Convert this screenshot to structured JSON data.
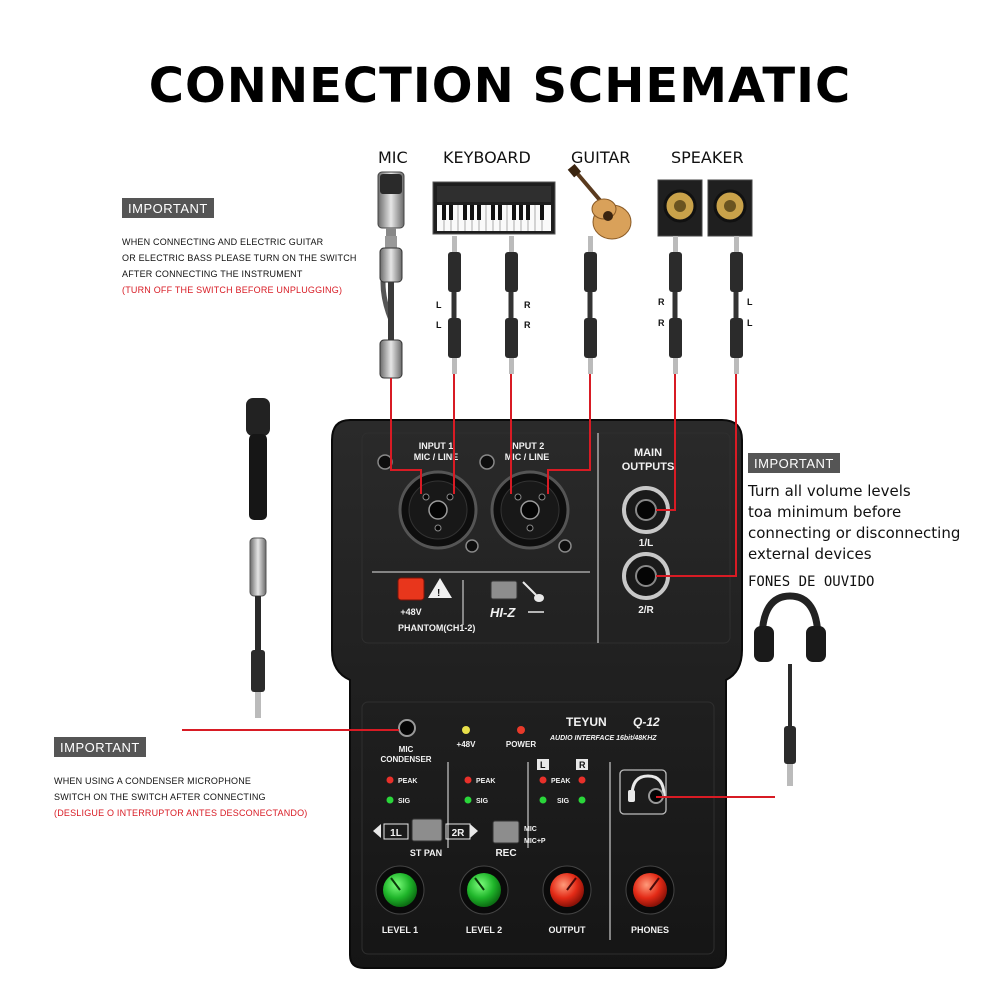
{
  "title": "CONNECTION SCHEMATIC",
  "devices": {
    "mic": "MIC",
    "keyboard": "KEYBOARD",
    "guitar": "GUITAR",
    "speaker": "SPEAKER"
  },
  "cable_channels": {
    "l": "L",
    "r": "R"
  },
  "note_guitar": {
    "badge": "IMPORTANT",
    "lines": [
      "WHEN CONNECTING AND ELECTRIC GUITAR",
      "OR ELECTRIC BASS PLEASE TURN ON THE SWITCH",
      "AFTER CONNECTING THE INSTRUMENT"
    ],
    "warning": "(TURN OFF THE SWITCH BEFORE UNPLUGGING)"
  },
  "note_volume": {
    "badge": "IMPORTANT",
    "lines": [
      "Turn all volume levels",
      "toa minimum before",
      "connecting or disconnecting",
      "external devices"
    ]
  },
  "headphones_label": "FONES DE OUVIDO",
  "note_condenser": {
    "badge": "IMPORTANT",
    "lines": [
      "WHEN USING A CONDENSER MICROPHONE",
      "SWITCH ON THE SWITCH AFTER CONNECTING"
    ],
    "warning": "(DESLIGUE O INTERRUPTOR ANTES DESCONECTANDO)"
  },
  "panel": {
    "input1_line1": "INPUT 1",
    "input1_line2": "MIC / LINE",
    "input2_line1": "INPUT 2",
    "input2_line2": "MIC / LINE",
    "main_outputs_line1": "MAIN",
    "main_outputs_line2": "OUTPUTS",
    "out_left": "1/L",
    "out_right": "2/R",
    "phantom_voltage": "+48V",
    "phantom_label": "PHANTOM(CH1-2)",
    "hiz": "HI-Z",
    "mic_condenser_line1": "MIC",
    "mic_condenser_line2": "CONDENSER",
    "led_48v": "+48V",
    "led_power": "POWER",
    "brand": "TEYUN",
    "model": "Q-12",
    "subtitle": "AUDIO INTERFACE 16bit/48KHZ",
    "peak": "PEAK",
    "sig": "SIG",
    "meter_l": "L",
    "meter_r": "R",
    "st_pan": "ST PAN",
    "pan_1l": "1L",
    "pan_2r": "2R",
    "rec": "REC",
    "rec_mic": "MIC",
    "rec_micp": "MIC+P",
    "level1": "LEVEL 1",
    "level2": "LEVEL 2",
    "output": "OUTPUT",
    "phones": "PHONES"
  },
  "colors": {
    "wire": "#d81b24",
    "panel": "#1c1c1c",
    "knob_green": "#22c02e",
    "knob_red": "#e8301e",
    "phantom_button": "#e8361c",
    "badge": "#555555"
  }
}
